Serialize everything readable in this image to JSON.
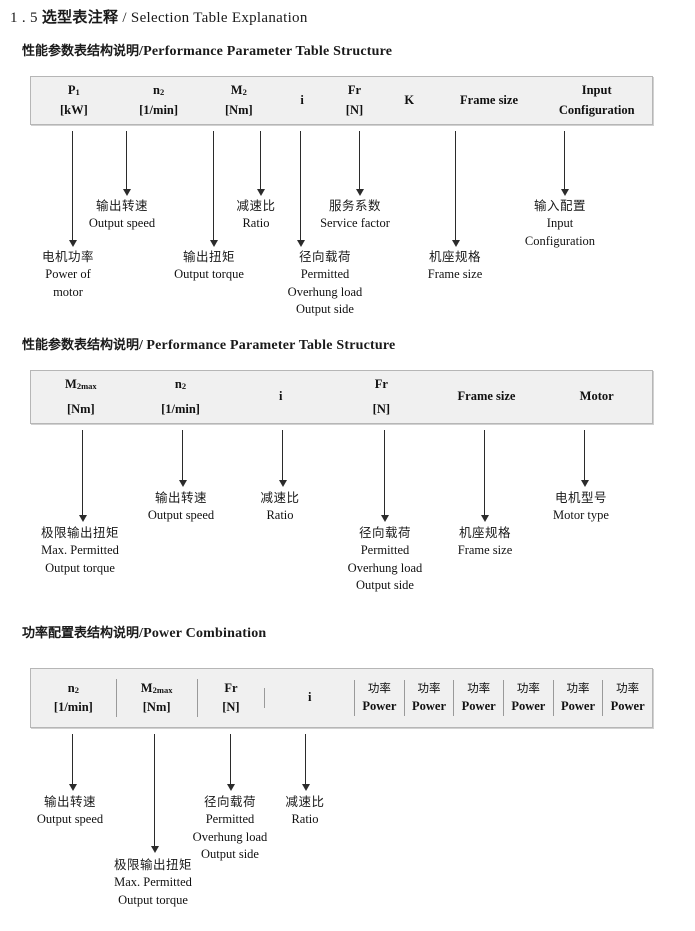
{
  "document": {
    "title_number": "1 . 5",
    "title_cn": "选型表注释",
    "title_sep": "/",
    "title_en": "Selection Table Explanation"
  },
  "sections": [
    {
      "heading_cn": "性能参数表结构说明",
      "heading_sep": "/",
      "heading_en": "Performance Parameter Table Structure",
      "table": {
        "columns": [
          {
            "symbol": "P",
            "sub": "1",
            "unit": "[kW]"
          },
          {
            "symbol": "n",
            "sub": "2",
            "unit": "[1/min]"
          },
          {
            "symbol": "M",
            "sub": "2",
            "unit": "[Nm]"
          },
          {
            "symbol": "i",
            "sub": "",
            "unit": ""
          },
          {
            "symbol": "Fr",
            "sub": "",
            "unit": "[N]"
          },
          {
            "symbol": "K",
            "sub": "",
            "unit": ""
          },
          {
            "symbol": "Frame size",
            "sub": "",
            "unit": ""
          },
          {
            "symbol": "Input",
            "sub": "",
            "unit": "Configuration"
          }
        ]
      },
      "annotations": [
        {
          "cn": "电机功率",
          "en": [
            "Power of",
            "motor"
          ]
        },
        {
          "cn": "输出转速",
          "en": [
            "Output speed"
          ]
        },
        {
          "cn": "输出扭矩",
          "en": [
            "Output torque"
          ]
        },
        {
          "cn": "减速比",
          "en": [
            "Ratio"
          ]
        },
        {
          "cn": "径向载荷",
          "en": [
            "Permitted",
            "Overhung load",
            "Output side"
          ]
        },
        {
          "cn": "服务系数",
          "en": [
            "Service factor"
          ]
        },
        {
          "cn": "机座规格",
          "en": [
            "Frame size"
          ]
        },
        {
          "cn": "输入配置",
          "en": [
            "Input",
            "Configuration"
          ]
        }
      ]
    },
    {
      "heading_cn": "性能参数表结构说明",
      "heading_sep": "/",
      "heading_en": "Performance Parameter Table Structure",
      "table": {
        "columns": [
          {
            "symbol": "M",
            "sub": "2max",
            "unit": "[Nm]"
          },
          {
            "symbol": "n",
            "sub": "2",
            "unit": "[1/min]"
          },
          {
            "symbol": "i",
            "sub": "",
            "unit": ""
          },
          {
            "symbol": "Fr",
            "sub": "",
            "unit": "[N]"
          },
          {
            "symbol": "Frame size",
            "sub": "",
            "unit": ""
          },
          {
            "symbol": "Motor",
            "sub": "",
            "unit": ""
          }
        ]
      },
      "annotations": [
        {
          "cn": "极限输出扭矩",
          "en": [
            "Max. Permitted",
            "Output  torque"
          ]
        },
        {
          "cn": "输出转速",
          "en": [
            "Output speed"
          ]
        },
        {
          "cn": "减速比",
          "en": [
            "Ratio"
          ]
        },
        {
          "cn": "径向载荷",
          "en": [
            "Permitted",
            "Overhung load",
            "Output side"
          ]
        },
        {
          "cn": "机座规格",
          "en": [
            "Frame size"
          ]
        },
        {
          "cn": "电机型号",
          "en": [
            "Motor type"
          ]
        }
      ]
    },
    {
      "heading_cn": "功率配置表结构说明",
      "heading_sep": "/",
      "heading_en": "Power Combination",
      "table": {
        "columns": [
          {
            "symbol": "n",
            "sub": "2",
            "unit": "[1/min]"
          },
          {
            "symbol": "M",
            "sub": "2max",
            "unit": "[Nm]"
          },
          {
            "symbol": "Fr",
            "sub": "",
            "unit": "[N]"
          },
          {
            "symbol": "i",
            "sub": "",
            "unit": ""
          },
          {
            "cn": "功率",
            "symbol": "Power",
            "sub": "",
            "unit": ""
          },
          {
            "cn": "功率",
            "symbol": "Power",
            "sub": "",
            "unit": ""
          },
          {
            "cn": "功率",
            "symbol": "Power",
            "sub": "",
            "unit": ""
          },
          {
            "cn": "功率",
            "symbol": "Power",
            "sub": "",
            "unit": ""
          },
          {
            "cn": "功率",
            "symbol": "Power",
            "sub": "",
            "unit": ""
          },
          {
            "cn": "功率",
            "symbol": "Power",
            "sub": "",
            "unit": ""
          }
        ]
      },
      "annotations": [
        {
          "cn": "输出转速",
          "en": [
            "Output speed"
          ]
        },
        {
          "cn": "极限输出扭矩",
          "en": [
            "Max. Permitted",
            "Output  torque"
          ]
        },
        {
          "cn": "径向载荷",
          "en": [
            "Permitted",
            "Overhung load",
            "Output side"
          ]
        },
        {
          "cn": "减速比",
          "en": [
            "Ratio"
          ]
        }
      ]
    }
  ],
  "colors": {
    "table_fill": "#f0f0f0",
    "table_border": "#b6b6b6",
    "arrow": "#2b2b2b",
    "text": "#1a1a1a"
  }
}
